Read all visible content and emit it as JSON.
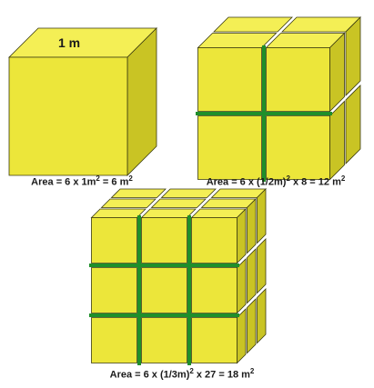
{
  "edge_label": "1 m",
  "colors": {
    "face": "#ece63a",
    "side": "#c9c424",
    "top": "#f4ef55",
    "edge": "#3a3a10",
    "gap": "#1f8f2a"
  },
  "cubes": [
    {
      "divisions": 1,
      "caption": {
        "prefix": "Area = 6 x 1m",
        "exp": "2",
        "middle": " = 6 m",
        "exp2": "2",
        "suffix": ""
      }
    },
    {
      "divisions": 2,
      "caption": {
        "prefix": "Area = 6 x (1/2m)",
        "exp": "2",
        "middle": " x 8 = 12 m",
        "exp2": "2",
        "suffix": ""
      }
    },
    {
      "divisions": 3,
      "caption": {
        "prefix": "Area = 6 x (1/3m)",
        "exp": "2",
        "middle": " x 27 = 18 m",
        "exp2": "2",
        "suffix": ""
      }
    }
  ]
}
